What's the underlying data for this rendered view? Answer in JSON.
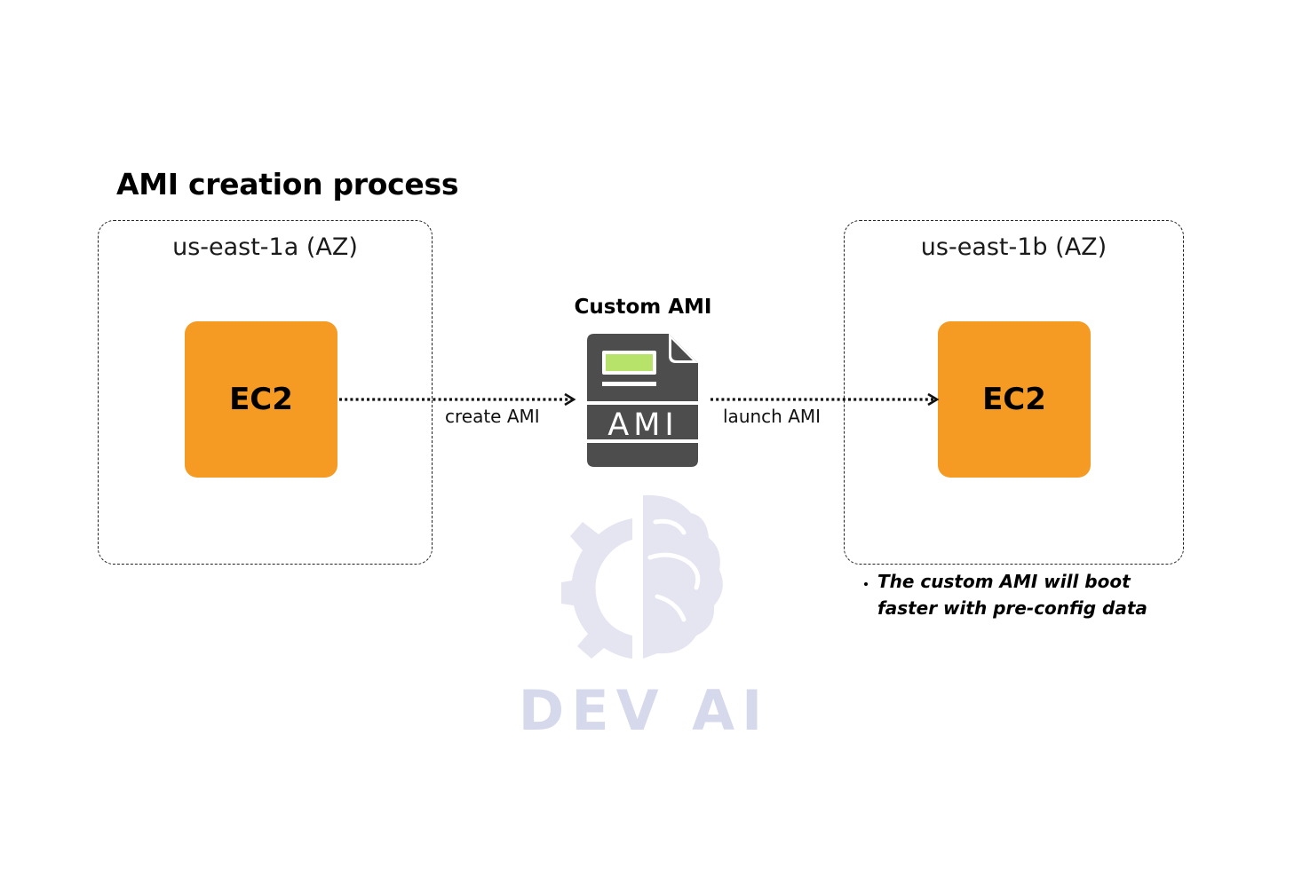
{
  "diagram": {
    "title": "AMI creation process",
    "zones": [
      {
        "label": "us-east-1a (AZ)",
        "node": "EC2"
      },
      {
        "label": "us-east-1b (AZ)",
        "node": "EC2"
      }
    ],
    "ami": {
      "title": "Custom AMI",
      "icon_text": "AMI",
      "icon_name": "ami-file-icon"
    },
    "edges": [
      {
        "from": "EC2 (us-east-1a)",
        "to": "Custom AMI",
        "label": "create AMI",
        "style": "dotted"
      },
      {
        "from": "Custom AMI",
        "to": "EC2 (us-east-1b)",
        "label": "launch AMI",
        "style": "dotted"
      }
    ],
    "note": "The custom AMI will boot faster with pre-config data",
    "watermark": "DEV AI"
  },
  "colors": {
    "ec2_fill": "#f59a23",
    "icon_dark": "#4d4d4d",
    "icon_screen": "#b8e36a",
    "watermark": "#d6d8ec"
  }
}
